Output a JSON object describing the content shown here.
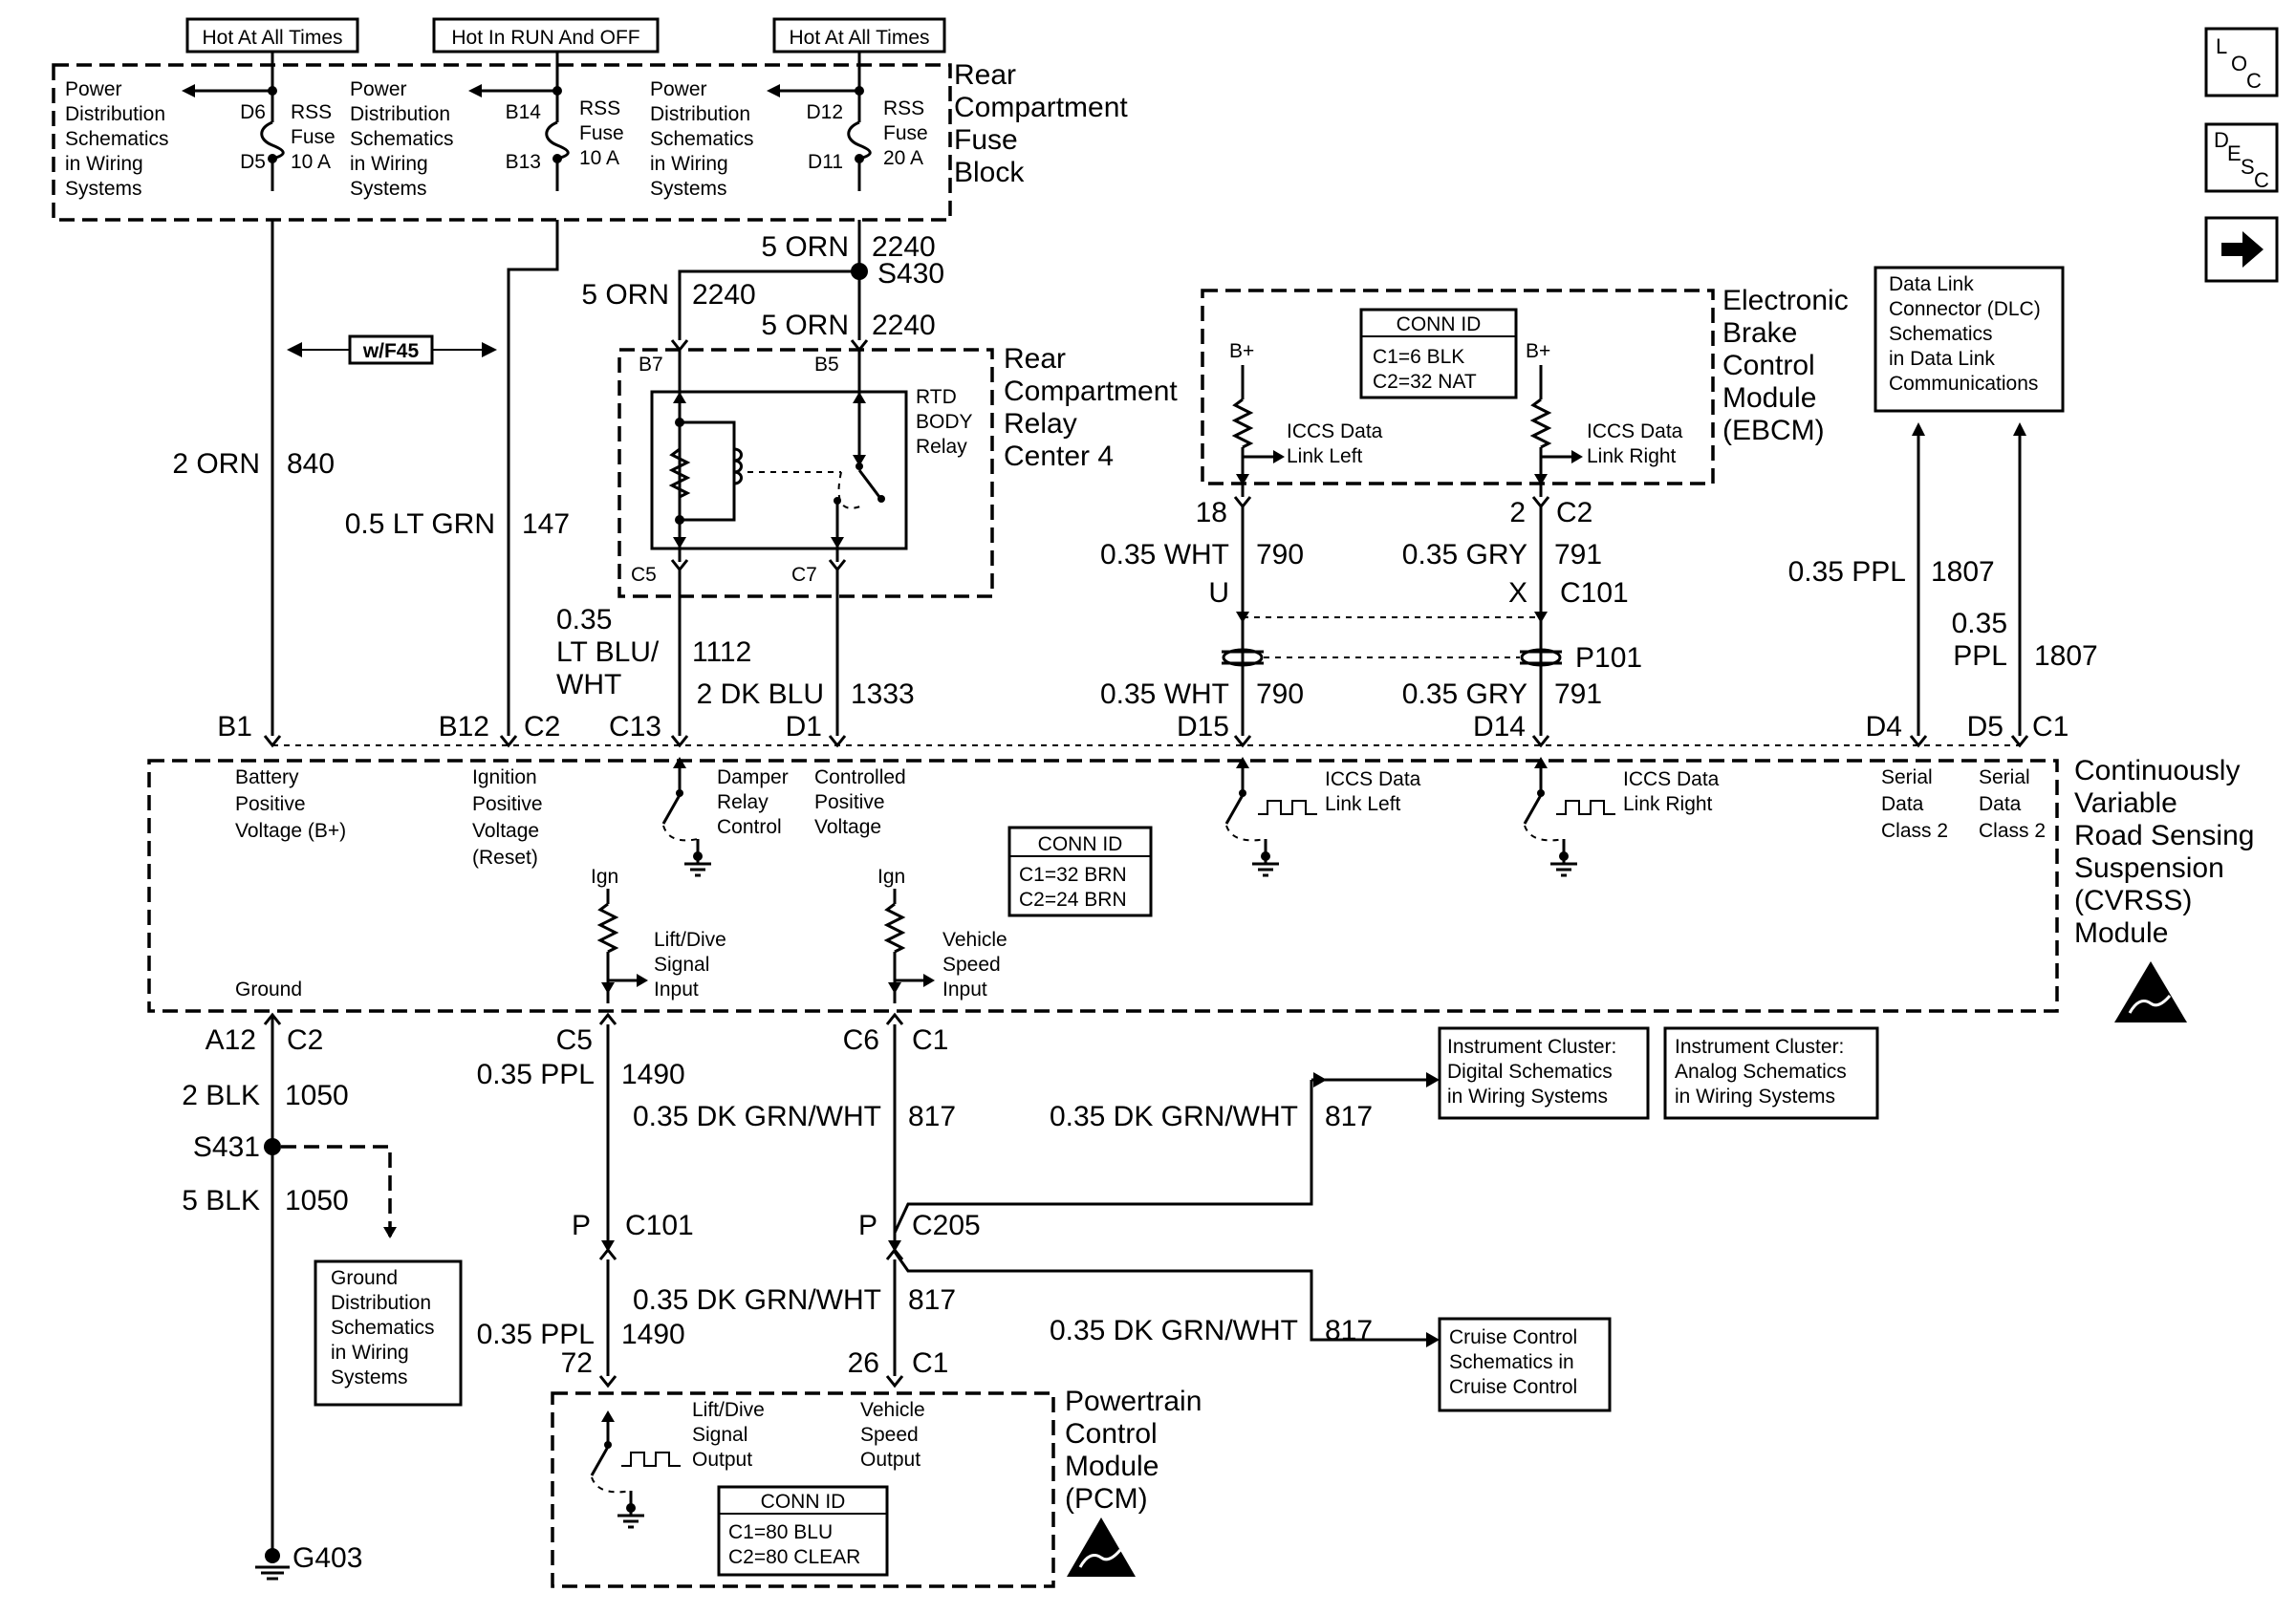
{
  "top_tags": [
    "Hot At All Times",
    "Hot In RUN And OFF",
    "Hot At All Times"
  ],
  "fuse_block": {
    "name": [
      "Rear",
      "Compartment",
      "Fuse",
      "Block"
    ],
    "pd_text": [
      "Power",
      "Distribution",
      "Schematics",
      "in Wiring",
      "Systems"
    ],
    "fuses": [
      {
        "top": "D6",
        "bottom": "D5",
        "label": [
          "RSS",
          "Fuse",
          "10 A"
        ]
      },
      {
        "top": "B14",
        "bottom": "B13",
        "label": [
          "RSS",
          "Fuse",
          "10 A"
        ]
      },
      {
        "top": "D12",
        "bottom": "D11",
        "label": [
          "RSS",
          "Fuse",
          "20 A"
        ]
      }
    ]
  },
  "nav_icons": {
    "loc": [
      "L",
      "O",
      "C"
    ],
    "desc": [
      "D",
      "E",
      "S",
      "C"
    ]
  },
  "option": "w/F45",
  "wires": {
    "w2240a": [
      "5 ORN",
      "2240"
    ],
    "s430": "S430",
    "w2240b": [
      "5 ORN",
      "2240"
    ],
    "w2240c": [
      "5 ORN",
      "2240"
    ],
    "w840": [
      "2 ORN",
      "840"
    ],
    "w147": [
      "0.5 LT GRN",
      "147"
    ],
    "w1112": [
      "0.35",
      "LT BLU/",
      "WHT",
      "1112"
    ],
    "w1333": [
      "2 DK BLU",
      "1333"
    ],
    "w790a": [
      "0.35 WHT",
      "790"
    ],
    "w791a": [
      "0.35 GRY",
      "791"
    ],
    "w790b": [
      "0.35 WHT",
      "790"
    ],
    "w791b": [
      "0.35 GRY",
      "791"
    ],
    "w1807a": [
      "0.35 PPL",
      "1807"
    ],
    "w1807b": [
      "0.35",
      "PPL",
      "1807"
    ],
    "w1050a": [
      "2 BLK",
      "1050"
    ],
    "s431": "S431",
    "w1050b": [
      "5 BLK",
      "1050"
    ],
    "w1490a": [
      "0.35 PPL",
      "1490"
    ],
    "w817a": [
      "0.35 DK GRN/WHT",
      "817"
    ],
    "w817ic": [
      "0.35 DK GRN/WHT",
      "817"
    ],
    "w817b": [
      "0.35 DK GRN/WHT",
      "817"
    ],
    "w1490b": [
      "0.35 PPL",
      "1490"
    ],
    "w817cc": [
      "0.35 DK GRN/WHT",
      "817"
    ],
    "g403": "G403"
  },
  "relay_center": {
    "name": [
      "Rear",
      "Compartment",
      "Relay",
      "Center 4"
    ],
    "relay": [
      "RTD",
      "BODY",
      "Relay"
    ],
    "pins": [
      "B7",
      "B5",
      "C5",
      "C7"
    ]
  },
  "ebcm": {
    "name": [
      "Electronic",
      "Brake",
      "Control",
      "Module",
      "(EBCM)"
    ],
    "conn_title": "CONN ID",
    "conn": [
      "C1=6 BLK",
      "C2=32 NAT"
    ],
    "bplus": "B+",
    "left": [
      "ICCS Data",
      "Link Left"
    ],
    "right": [
      "ICCS Data",
      "Link Right"
    ],
    "pins": [
      "18",
      "2",
      "C2"
    ]
  },
  "dlc": [
    "Data Link",
    "Connector (DLC)",
    "Schematics",
    "in Data Link",
    "Communications"
  ],
  "inline": {
    "u": "U",
    "x": "X",
    "c101": "C101",
    "p101": "P101"
  },
  "cvrss": {
    "name": [
      "Continuously",
      "Variable",
      "Road Sensing",
      "Suspension",
      "(CVRSS)",
      "Module"
    ],
    "pins_top": [
      "B1",
      "B12",
      "C2",
      "C13",
      "D1",
      "D15",
      "D14",
      "D4",
      "D5",
      "C1"
    ],
    "battery": [
      "Battery",
      "Positive",
      "Voltage (B+)"
    ],
    "ignition": [
      "Ignition",
      "Positive",
      "Voltage",
      "(Reset)"
    ],
    "damper": [
      "Damper",
      "Relay",
      "Control"
    ],
    "controlled": [
      "Controlled",
      "Positive",
      "Voltage"
    ],
    "iccs_left": [
      "ICCS Data",
      "Link Left"
    ],
    "iccs_right": [
      "ICCS Data",
      "Link Right"
    ],
    "serial": [
      "Serial",
      "Data",
      "Class 2"
    ],
    "conn_title": "CONN ID",
    "conn": [
      "C1=32 BRN",
      "C2=24 BRN"
    ],
    "ign": "Ign",
    "liftdive": [
      "Lift/Dive",
      "Signal",
      "Input"
    ],
    "vss": [
      "Vehicle",
      "Speed",
      "Input"
    ],
    "ground": "Ground",
    "pins_bottom": [
      "A12",
      "C2",
      "C5",
      "C6",
      "C1"
    ]
  },
  "connectors": {
    "p": "P",
    "c101": "C101",
    "c205": "C205"
  },
  "ground_dist": [
    "Ground",
    "Distribution",
    "Schematics",
    "in Wiring",
    "Systems"
  ],
  "ic_digital": [
    "Instrument Cluster:",
    "Digital Schematics",
    "in Wiring Systems"
  ],
  "ic_analog": [
    "Instrument Cluster:",
    "Analog Schematics",
    "in Wiring Systems"
  ],
  "cruise": [
    "Cruise Control",
    "Schematics in",
    "Cruise Control"
  ],
  "pcm": {
    "name": [
      "Powertrain",
      "Control",
      "Module",
      "(PCM)"
    ],
    "pins": [
      "72",
      "26",
      "C1"
    ],
    "liftdive": [
      "Lift/Dive",
      "Signal",
      "Output"
    ],
    "vss": [
      "Vehicle",
      "Speed",
      "Output"
    ],
    "conn_title": "CONN ID",
    "conn": [
      "C1=80 BLU",
      "C2=80 CLEAR"
    ]
  }
}
